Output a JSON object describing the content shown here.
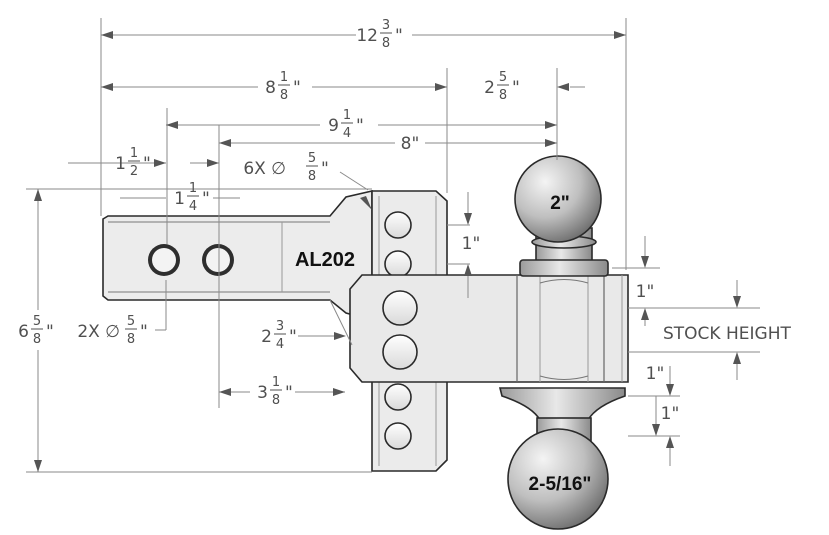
{
  "model": "AL202",
  "balls": {
    "top": "2\"",
    "bottom": "2-5/16\""
  },
  "stock_height_label": "STOCK HEIGHT",
  "dimensions": {
    "overall_length": {
      "whole": "12",
      "num": "3",
      "den": "8",
      "unit": "\""
    },
    "shank_to_ball": {
      "whole": "8",
      "num": "1",
      "den": "8",
      "unit": "\""
    },
    "ball_offset": {
      "whole": "2",
      "num": "5",
      "den": "8",
      "unit": "\""
    },
    "hole_to_ball": {
      "whole": "9",
      "num": "1",
      "den": "4",
      "unit": "\""
    },
    "second_hole_to_ball": {
      "text": "8\""
    },
    "hole_spacing": {
      "whole": "1",
      "num": "1",
      "den": "2",
      "unit": "\""
    },
    "hole_end_offset": {
      "whole": "1",
      "num": "1",
      "den": "4",
      "unit": "\""
    },
    "shank_holes": {
      "prefix": "2X ∅",
      "num": "5",
      "den": "8",
      "unit": "\""
    },
    "mount_holes": {
      "prefix": "6X ∅",
      "num": "5",
      "den": "8",
      "unit": "\""
    },
    "drop": {
      "whole": "2",
      "num": "3",
      "den": "4",
      "unit": "\""
    },
    "hole_to_shoulder": {
      "whole": "3",
      "num": "1",
      "den": "8",
      "unit": "\""
    },
    "overall_height": {
      "whole": "6",
      "num": "5",
      "den": "8",
      "unit": "\""
    },
    "hole_pitch": {
      "text": "1\""
    },
    "head_top": {
      "text": "1\""
    },
    "stock_gap": {
      "text": "1\""
    },
    "lower_gap": {
      "text": "1\""
    }
  },
  "colors": {
    "metal": "#ebebeb",
    "outline": "#2a2a2a",
    "dim_line": "#8a8a8a",
    "dim_text": "#505050"
  }
}
